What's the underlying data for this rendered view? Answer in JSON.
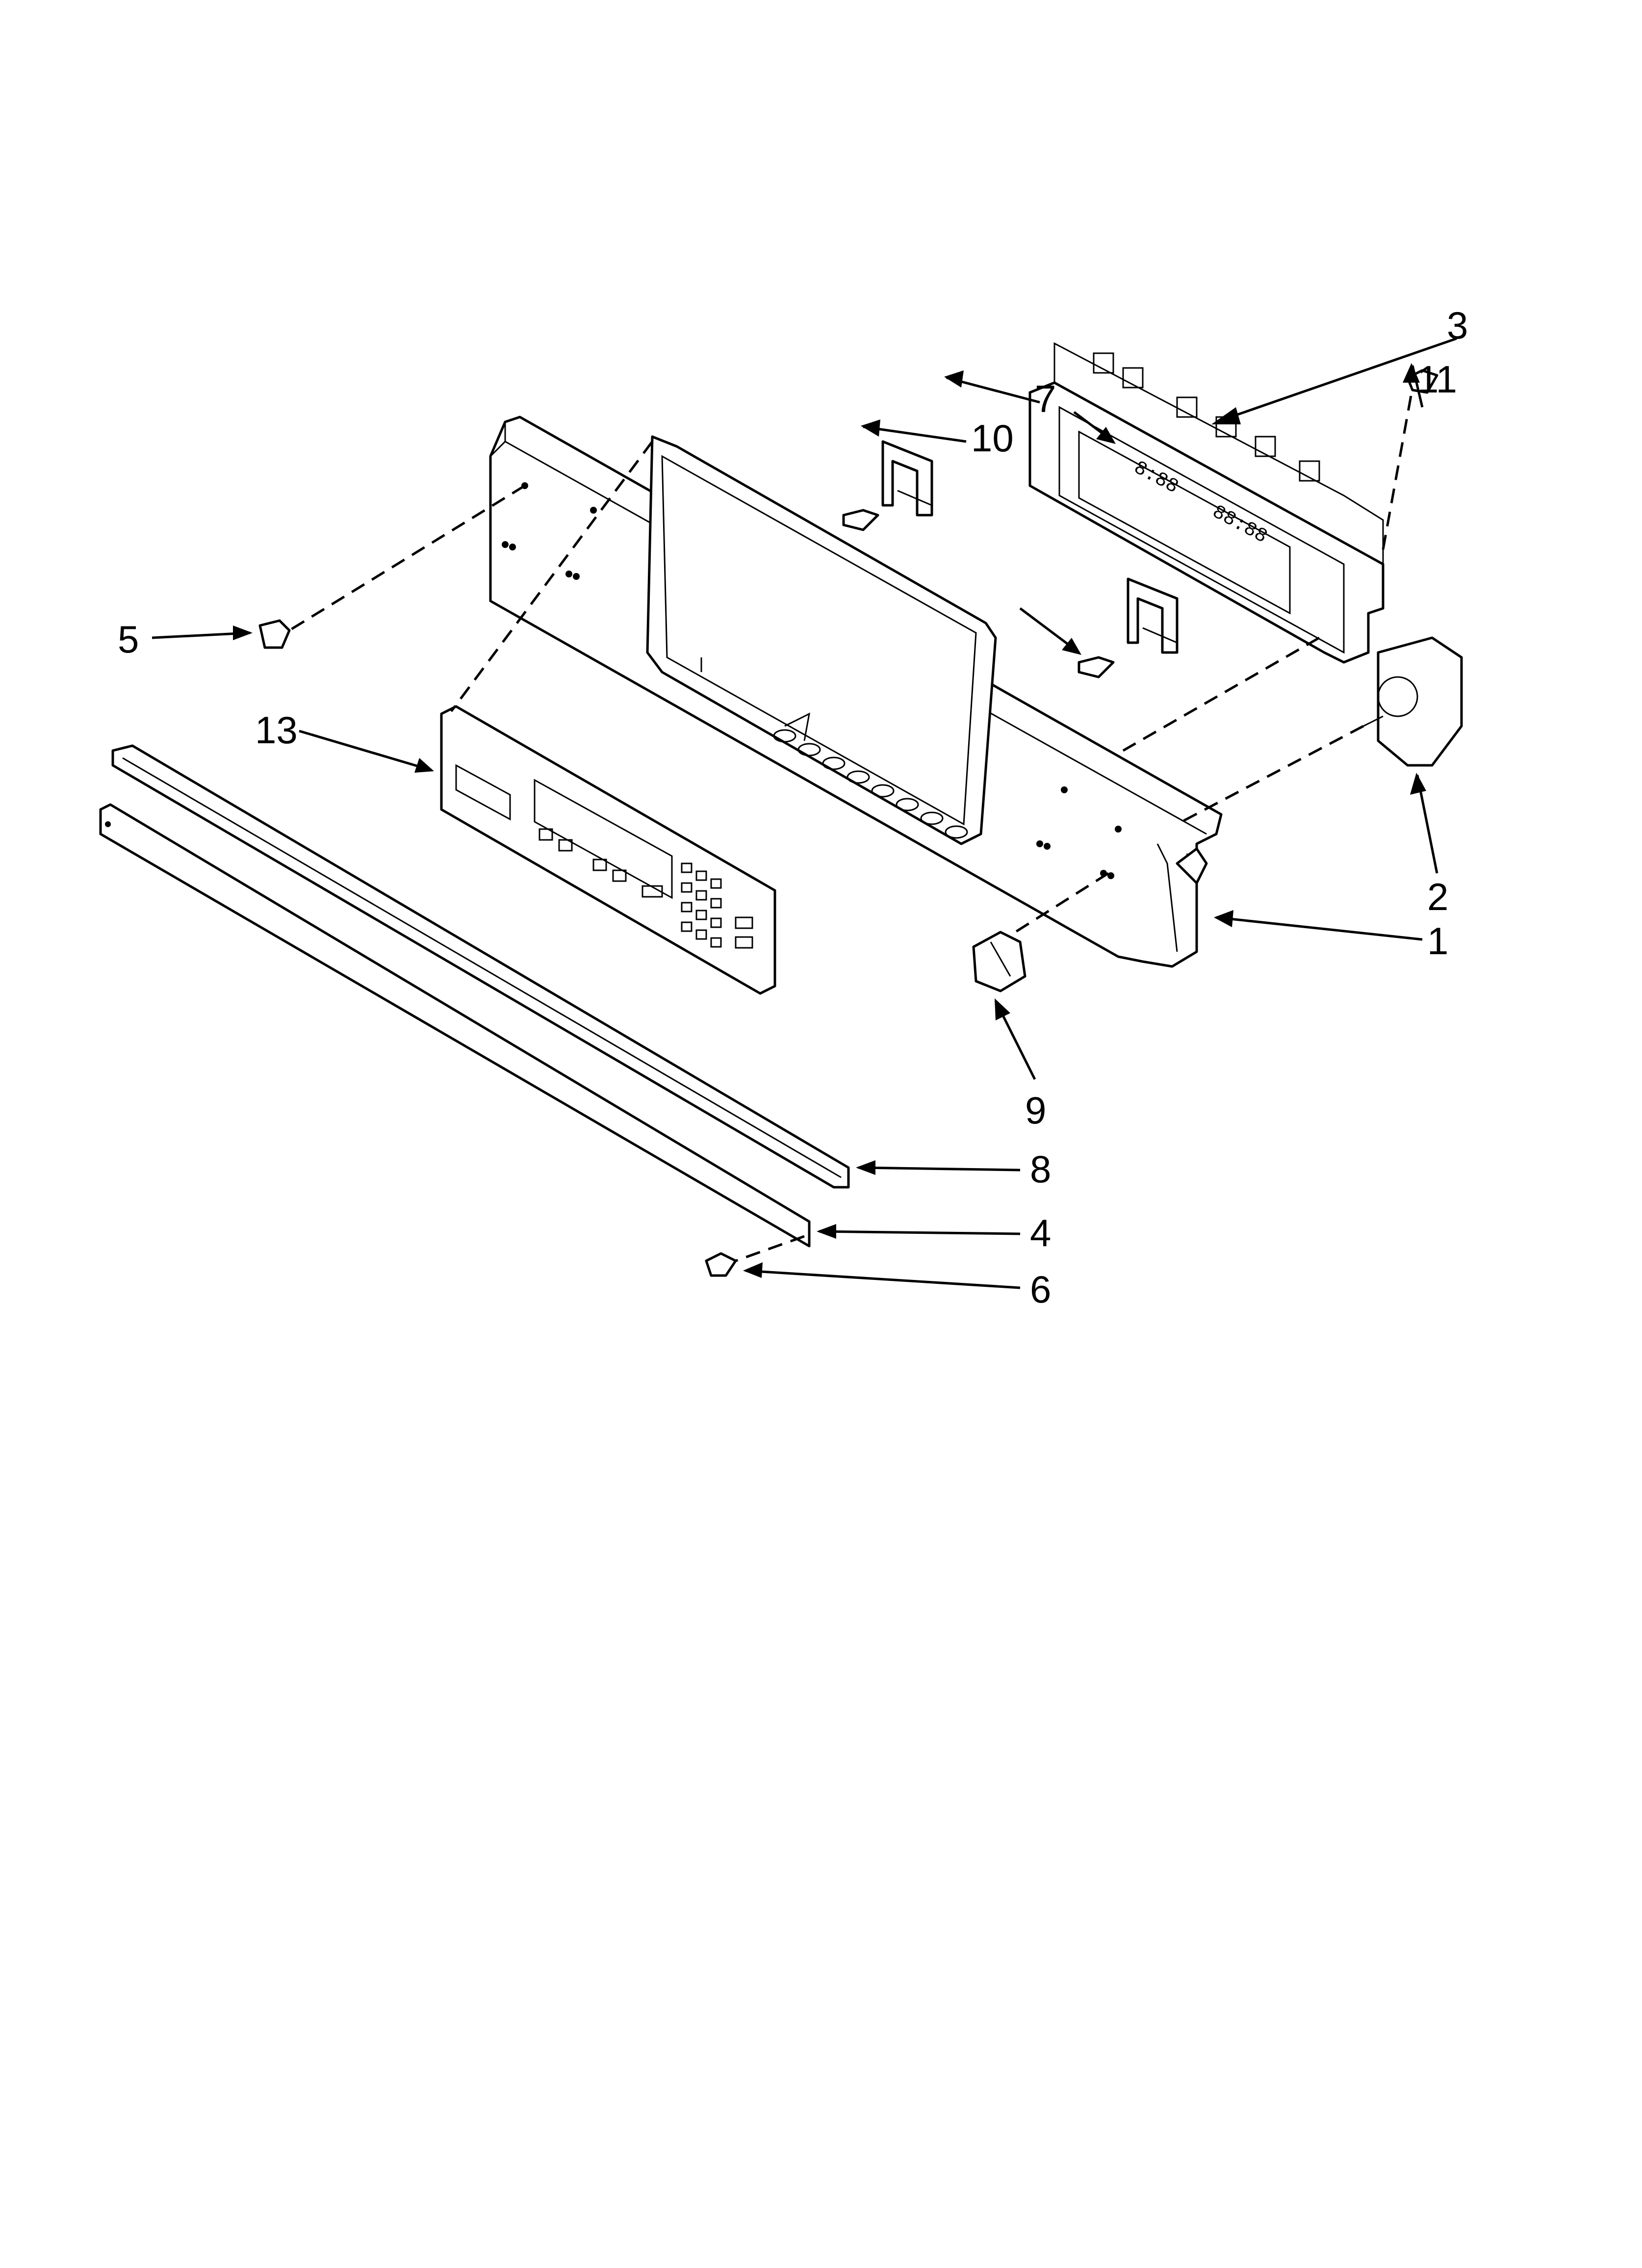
{
  "callouts": [
    {
      "id": "1",
      "label": "1"
    },
    {
      "id": "2",
      "label": "2"
    },
    {
      "id": "3",
      "label": "3"
    },
    {
      "id": "4",
      "label": "4"
    },
    {
      "id": "5",
      "label": "5"
    },
    {
      "id": "6",
      "label": "6"
    },
    {
      "id": "7",
      "label": "7"
    },
    {
      "id": "8",
      "label": "8"
    },
    {
      "id": "9",
      "label": "9"
    },
    {
      "id": "10",
      "label": "10"
    },
    {
      "id": "11",
      "label": "11"
    },
    {
      "id": "13",
      "label": "13"
    }
  ]
}
